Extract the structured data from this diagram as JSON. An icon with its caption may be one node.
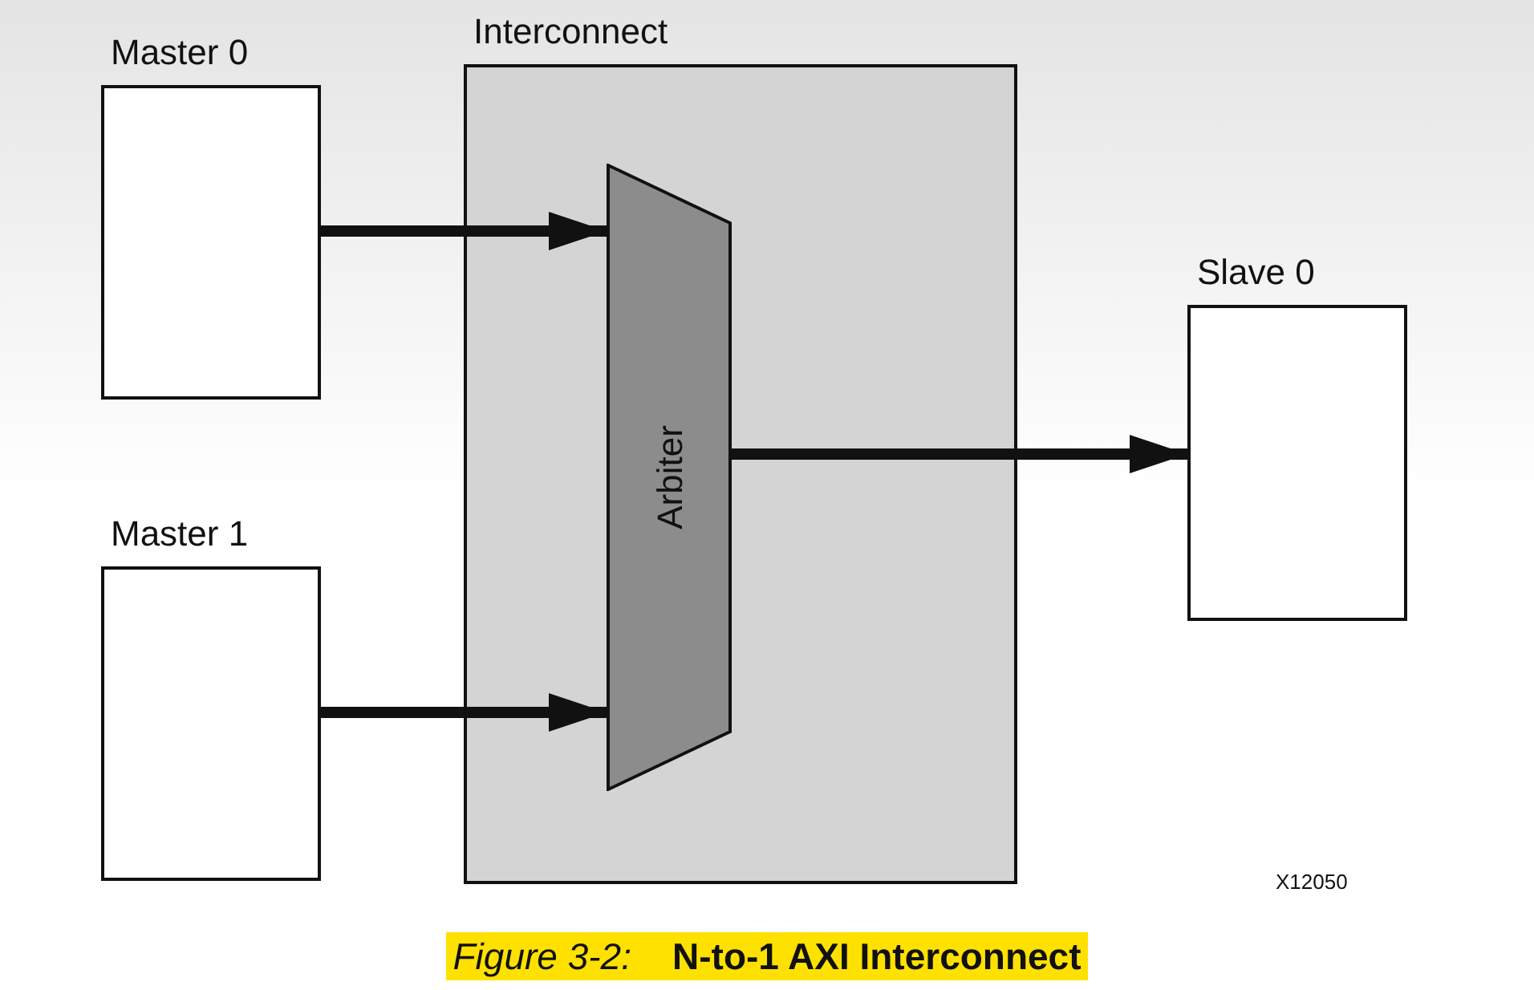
{
  "diagram": {
    "caption": "*Figure 3-2:*    **N-to-1 AXI Interconnect**",
    "nodes": [
      {
        "text": [
          "Master 0"
        ]
      },
      {
        "text": [
          "Master 1"
        ]
      },
      {
        "text": [
          "Interconnect"
        ]
      },
      {
        "text": [
          "Arbiter"
        ],
        "in": 2
      },
      {
        "text": [
          "Slave 0"
        ]
      }
    ],
    "edges": [
      {
        "from": 0,
        "to": 3,
        "arrow": "to"
      },
      {
        "from": 1,
        "to": 3,
        "arrow": "to"
      },
      {
        "from": 3,
        "to": 4,
        "arrow": "to"
      }
    ],
    "labels": [
      "X12050"
    ]
  }
}
